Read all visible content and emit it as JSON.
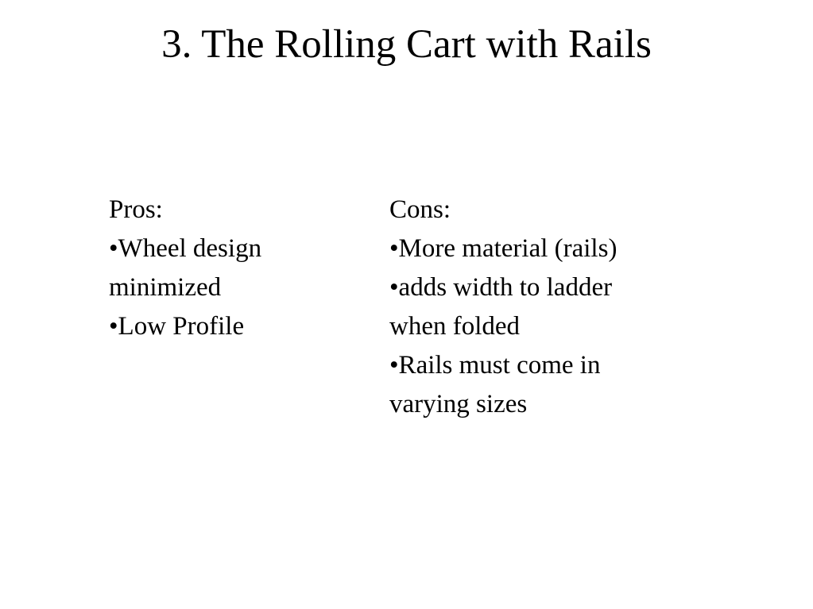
{
  "slide": {
    "title": "3. The Rolling Cart with Rails"
  },
  "pros": {
    "heading": "Pros:",
    "items": [
      {
        "lines": [
          "•Wheel design",
          "minimized"
        ]
      },
      {
        "lines": [
          "•Low Profile"
        ]
      }
    ]
  },
  "cons": {
    "heading": "Cons:",
    "items": [
      {
        "lines": [
          "•More material (rails)"
        ]
      },
      {
        "lines": [
          "•adds width to ladder",
          "when folded"
        ]
      },
      {
        "lines": [
          "•Rails must come in",
          "varying sizes"
        ]
      }
    ]
  }
}
